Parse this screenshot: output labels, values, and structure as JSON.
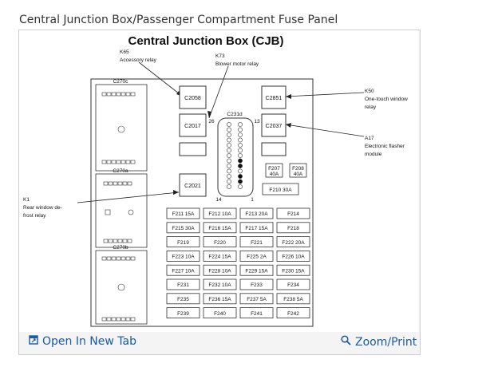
{
  "page_heading": "Central Junction Box/Passenger Compartment Fuse Panel",
  "diagram": {
    "title": "Central Junction Box (CJB)",
    "callouts": [
      {
        "id": "k65",
        "lines": [
          "K65",
          "Accessory relay"
        ]
      },
      {
        "id": "k73",
        "lines": [
          "K73",
          "Blower motor relay"
        ]
      },
      {
        "id": "k50",
        "lines": [
          "K50",
          "One-touch window",
          "relay"
        ]
      },
      {
        "id": "a17",
        "lines": [
          "A17",
          "Electronic flasher",
          "module"
        ]
      },
      {
        "id": "k1",
        "lines": [
          "K1",
          "Rear window de-",
          "frost relay"
        ]
      }
    ],
    "connector_labels": {
      "c270c": "C270c",
      "c270a": "C270a",
      "c270b": "C270b",
      "c231d": "C231d",
      "pin26": "26",
      "pin13": "13",
      "pin14": "14",
      "pin1": "1"
    },
    "relays": {
      "c2058": "C2058",
      "c2017": "C2017",
      "c2021": "C2021",
      "c2851": "C2851",
      "c2037": "C2037"
    },
    "small_fuses": {
      "f207": [
        "F207",
        "40A"
      ],
      "f208": [
        "F208",
        "40A"
      ],
      "f210": "F210  30A"
    },
    "fuse_rows": [
      [
        "F211  15A",
        "F212  10A",
        "F213  20A",
        "F214"
      ],
      [
        "F215  30A",
        "F216  15A",
        "F217  15A",
        "F218"
      ],
      [
        "F219",
        "F220",
        "F221",
        "F222  20A"
      ],
      [
        "F223  10A",
        "F224  15A",
        "F225  2A",
        "F226  10A"
      ],
      [
        "F227  10A",
        "F228  10A",
        "F229  15A",
        "F230  15A"
      ],
      [
        "F231",
        "F232  10A",
        "F233",
        "F234"
      ],
      [
        "F235",
        "F236  15A",
        "F237  5A",
        "F238  5A"
      ],
      [
        "F239",
        "F240",
        "F241",
        "F242"
      ]
    ]
  },
  "footer": {
    "open_new_tab": "Open In New Tab",
    "zoom_print": "Zoom/Print",
    "link_color": "#1a5aa6"
  }
}
